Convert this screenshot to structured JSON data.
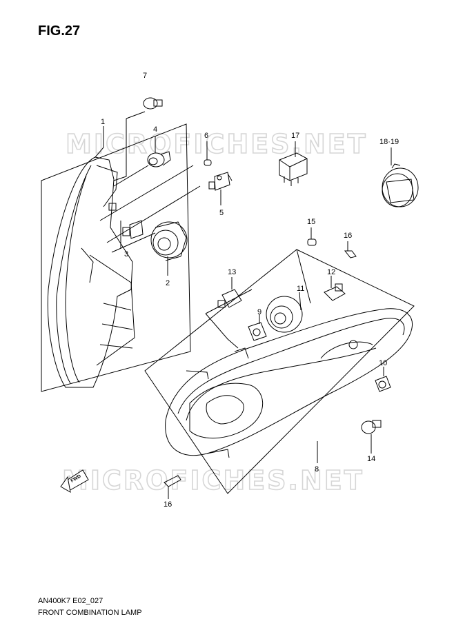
{
  "figure_title": "FIG.27",
  "footer": {
    "code": "AN400K7 E02_027",
    "name": "FRONT COMBINATION LAMP"
  },
  "watermark": "MICROFICHES.NET",
  "fwd_arrow_label": "FWD",
  "callouts": {
    "c1": "1",
    "c2": "2",
    "c3": "3",
    "c4": "4",
    "c5": "5",
    "c6": "6",
    "c7": "7",
    "c8": "8",
    "c9": "9",
    "c10": "10",
    "c11": "11",
    "c12": "12",
    "c13": "13",
    "c14": "14",
    "c15": "15",
    "c16a": "16",
    "c16b": "16",
    "c17": "17",
    "c1819": "18·19"
  }
}
